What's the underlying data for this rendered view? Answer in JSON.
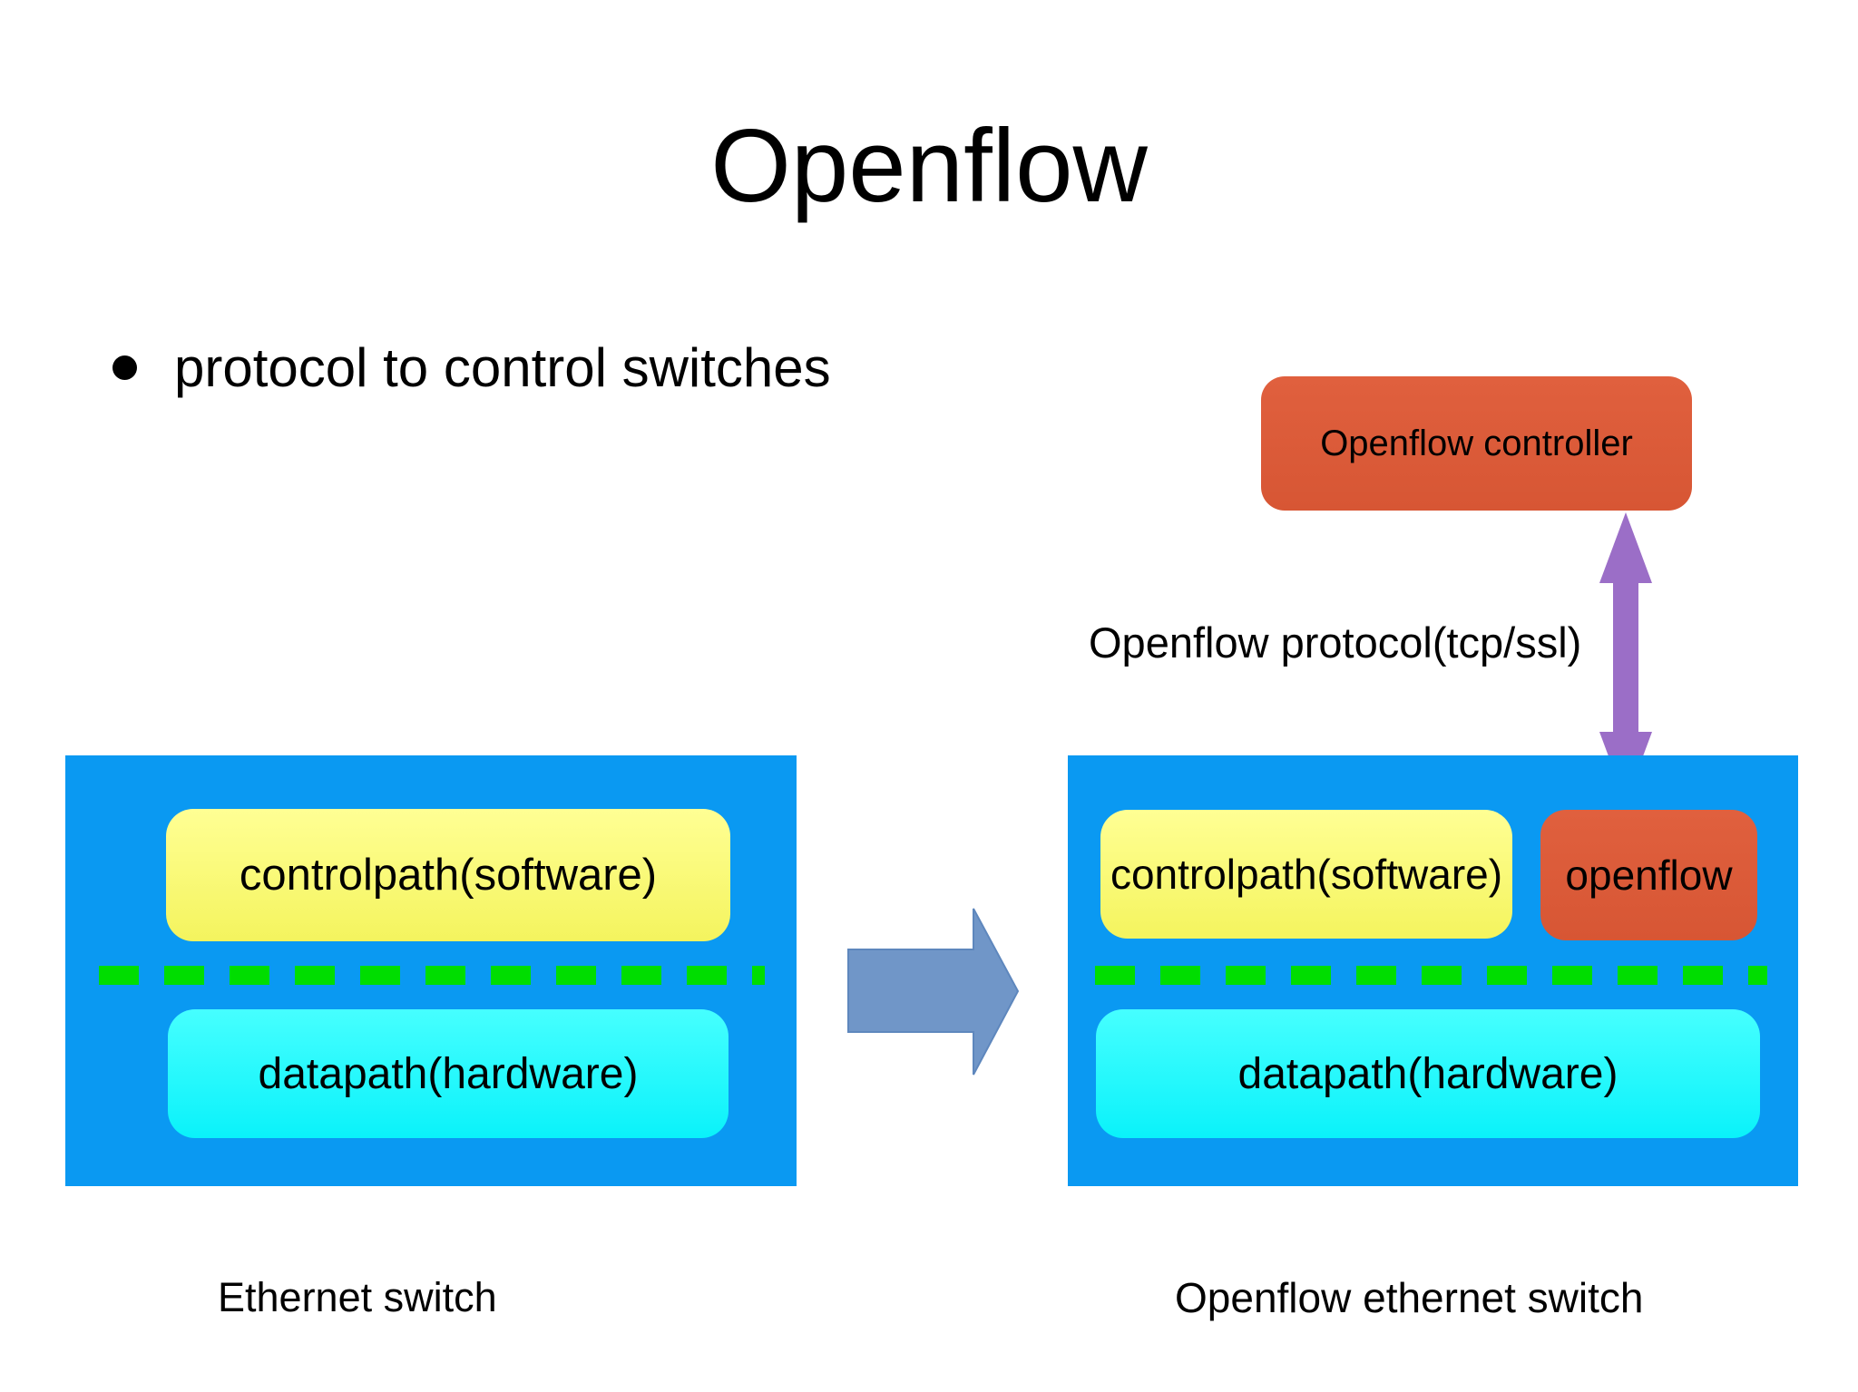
{
  "title": "Openflow",
  "bullets": [
    "protocol to control switches"
  ],
  "controller": {
    "label": "Openflow controller"
  },
  "protocol_link": {
    "label": "Openflow protocol(tcp/ssl)"
  },
  "left_switch": {
    "controlpath": "controlpath(software)",
    "datapath": "datapath(hardware)",
    "caption": "Ethernet switch"
  },
  "right_switch": {
    "controlpath": "controlpath(software)",
    "openflow_module": "openflow",
    "datapath": "datapath(hardware)",
    "caption": "Openflow ethernet switch"
  },
  "colors": {
    "switch_bg": "#0a99f2",
    "controlpath_yellow": "#f9f976",
    "datapath_cyan": "#18ffff",
    "openflow_red": "#dc5c3a",
    "divider_green": "#00dd00",
    "protocol_arrow_purple": "#9b6ec7",
    "transform_arrow_blue": "#7096c8",
    "text": "#000000",
    "background": "#ffffff"
  }
}
